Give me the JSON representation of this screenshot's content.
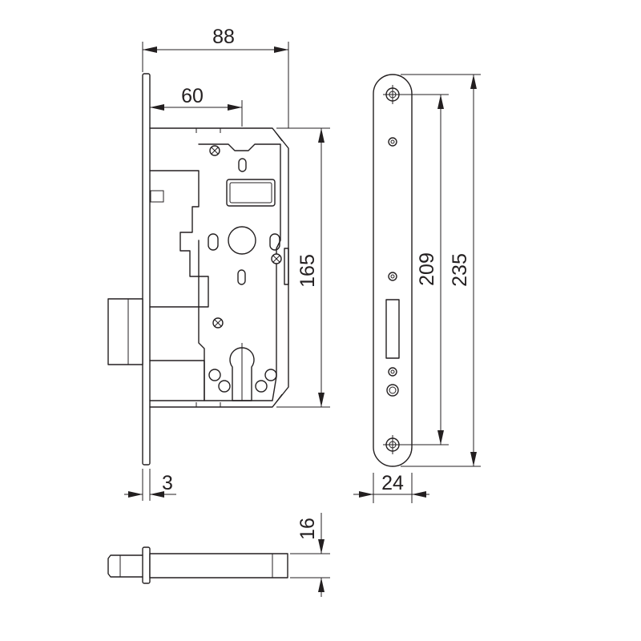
{
  "drawing": {
    "stroke_color": "#231f20",
    "background": "#ffffff",
    "dimensions": {
      "width_total": "88",
      "backset": "60",
      "case_height": "165",
      "faceplate_thickness": "3",
      "faceplate_width": "24",
      "screw_spacing": "209",
      "faceplate_length": "235",
      "case_depth": "16"
    }
  }
}
